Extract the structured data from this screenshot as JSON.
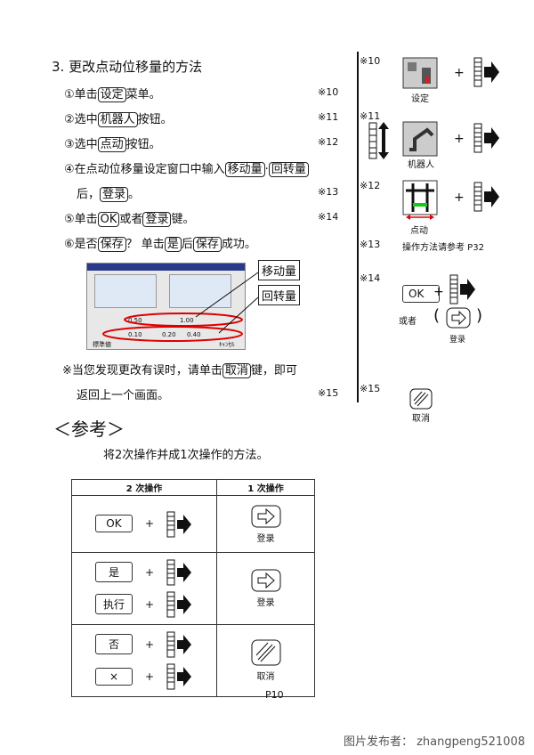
{
  "section_title": "3. 更改点动位移量的方法",
  "steps": [
    {
      "pre": "①单击",
      "key": "设定",
      "post": "菜单。",
      "ref": "※10"
    },
    {
      "pre": "②选中",
      "key": "机器人",
      "post": "按钮。",
      "ref": "※11"
    },
    {
      "pre": "③选中",
      "key": "点动",
      "post": "按钮。",
      "ref": "※12"
    },
    {
      "pre": "④在点动位移量设定窗口中输入",
      "key": "移动量",
      "mid": "·",
      "key2": "回转量",
      "post": ""
    },
    {
      "pre": "后，",
      "key": "登录",
      "post": "。",
      "ref": "※13"
    },
    {
      "pre": "⑤单击",
      "key": "OK",
      "mid": "或者",
      "key2": "登录",
      "post": "键。",
      "ref": "※14"
    },
    {
      "pre": "⑥是否",
      "key": "保存",
      "mid": "？ 单击",
      "key2": "是",
      "mid2": "后",
      "key3": "保存",
      "post": "成功。"
    }
  ],
  "callouts": {
    "move": "移动量",
    "rotate": "回转量"
  },
  "screenshot_values": {
    "row1": [
      "0.50",
      "1.00"
    ],
    "row2": [
      "0.10",
      "0.20",
      "0.40"
    ],
    "btn_left": "標準値",
    "btn_right": "ｷｬﾝｾﾙ"
  },
  "note": {
    "line1_pre": "※当您发现更改有误时，请单击",
    "key": "取消",
    "line1_post": "键，即可",
    "line2": "返回上一个画面。",
    "ref": "※15"
  },
  "right_refs": {
    "r10": {
      "mark": "※10",
      "label": "设定"
    },
    "r11": {
      "mark": "※11",
      "label": "机器人"
    },
    "r12": {
      "mark": "※12",
      "label": "点动"
    },
    "r13": {
      "mark": "※13",
      "text": "操作方法请参考 P32"
    },
    "r14": {
      "mark": "※14",
      "ok": "OK",
      "or": "或者",
      "label": "登录"
    },
    "r15": {
      "mark": "※15",
      "label": "取消"
    }
  },
  "reference_heading": "＜参考＞",
  "reference_desc": "将2次操作并成1次操作的方法。",
  "table": {
    "header_left": "2 次操作",
    "header_right": "1 次操作",
    "rows": [
      {
        "keys": [
          "OK"
        ],
        "result": "登录"
      },
      {
        "keys": [
          "是",
          "执行"
        ],
        "result": "登录"
      },
      {
        "keys": [
          "否",
          "×"
        ],
        "result": "取消"
      }
    ]
  },
  "page_number": "P10",
  "plus": "+",
  "watermark": "图片发布者： zhangpeng521008"
}
